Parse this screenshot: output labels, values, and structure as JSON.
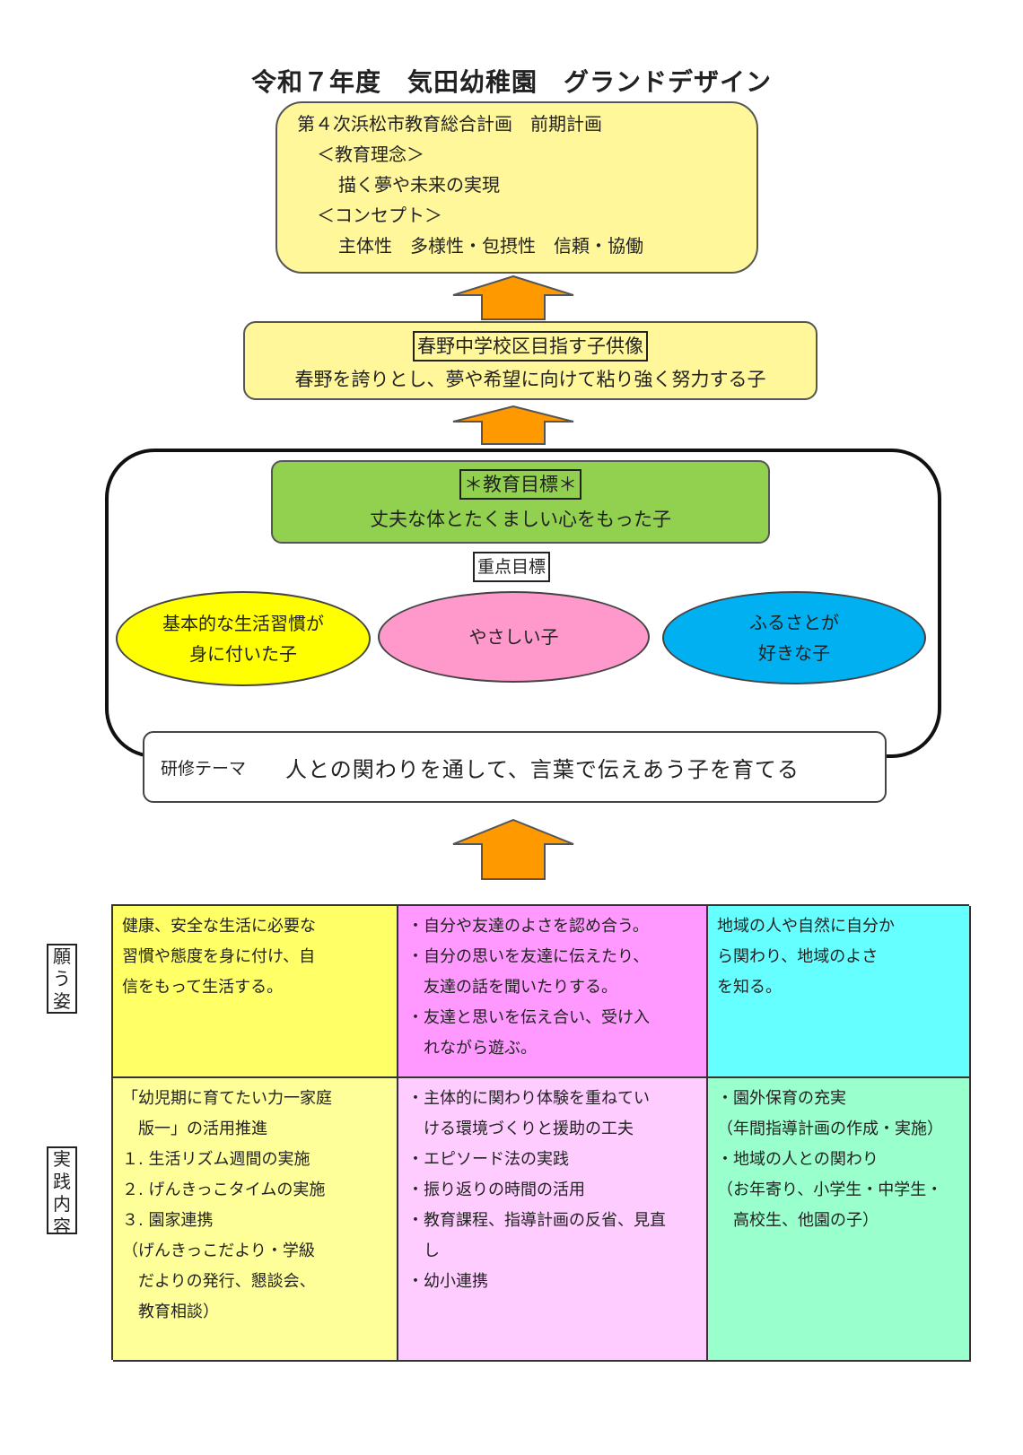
{
  "title": "令和７年度　気田幼稚園　グランドデザイン",
  "plan": {
    "heading": "第４次浜松市教育総合計画　前期計画",
    "philosophy_label": "＜教育理念＞",
    "philosophy": "描く夢や未来の実現",
    "concept_label": "＜コンセプト＞",
    "concept": "主体性　多様性・包摂性　信頼・協働"
  },
  "school_district": {
    "label": "春野中学校区目指す子供像",
    "text": "春野を誇りとし、夢や希望に向けて粘り強く努力する子"
  },
  "education_goal": {
    "label": "＊教育目標＊",
    "text": "丈夫な体とたくましい心をもった子"
  },
  "focus_goals": {
    "label": "重点目標",
    "items": [
      {
        "line1": "基本的な生活習慣が",
        "line2": "身に付いた子",
        "color": "#ffff00"
      },
      {
        "line1": "やさしい子",
        "line2": "",
        "color": "#ff99cc"
      },
      {
        "line1": "ふるさとが",
        "line2": "好きな子",
        "color": "#00b0f0"
      }
    ]
  },
  "research_theme": {
    "label": "研修テーマ",
    "text": "人との関わりを通して、言葉で伝えあう子を育てる"
  },
  "arrow_color": "#ff9900",
  "table": {
    "row_labels": [
      "願う姿",
      "実践内容"
    ],
    "wish": [
      {
        "color": "#ffff66",
        "lines": [
          "健康、安全な生活に必要な",
          "習慣や態度を身に付け、自",
          "信をもって生活する。"
        ]
      },
      {
        "color": "#ff99ff",
        "lines": [
          "・自分や友達のよさを認め合う。",
          "・自分の思いを友達に伝えたり、",
          "　友達の話を聞いたりする。",
          "・友達と思いを伝え合い、受け入",
          "　れながら遊ぶ。"
        ]
      },
      {
        "color": "#66ffff",
        "lines": [
          "地域の人や自然に自分か",
          "ら関わり、地域のよさ",
          "を知る。"
        ]
      }
    ],
    "practice": [
      {
        "color": "#ffff99",
        "lines": [
          "「幼児期に育てたい力一家庭",
          "　版一」の活用推進",
          "１. 生活リズム週間の実施",
          "２. げんきっこタイムの実施",
          "３. 園家連携",
          "（げんきっこだより・学級",
          "　だよりの発行、懇談会、",
          "　教育相談）"
        ]
      },
      {
        "color": "#ffccff",
        "lines": [
          "・主体的に関わり体験を重ねてい",
          "　ける環境づくりと援助の工夫",
          "・エピソード法の実践",
          "・振り返りの時間の活用",
          "・教育課程、指導計画の反省、見直",
          "　し",
          "・幼小連携"
        ]
      },
      {
        "color": "#99ffcc",
        "lines": [
          "・園外保育の充実",
          "（年間指導計画の作成・実施）",
          "・地域の人との関わり",
          "（お年寄り、小学生・中学生・",
          "　高校生、他園の子）"
        ]
      }
    ]
  }
}
